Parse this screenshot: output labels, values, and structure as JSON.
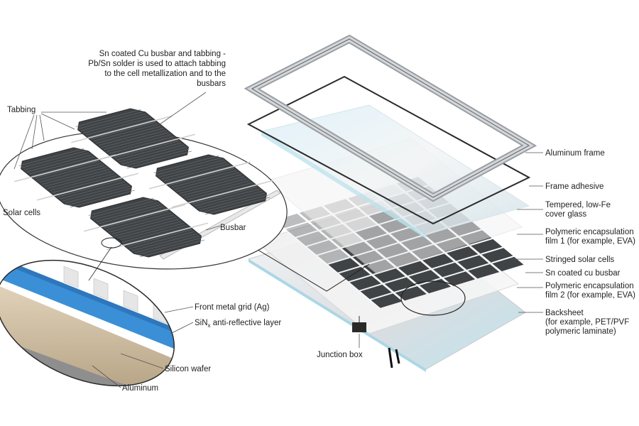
{
  "labels": {
    "tabbing_note": [
      "Sn coated Cu busbar and tabbing -",
      "Pb/Sn solder is used to attach tabbing",
      "to the cell metallization and to the",
      "busbars"
    ],
    "tabbing": "Tabbing",
    "solar_cells": "Solar cells",
    "busbar": "Busbar",
    "front_grid": "Front metal grid (Ag)",
    "sinx_prefix": "SiN",
    "sinx_sub": "x",
    "sinx_suffix": " anti-reflective layer",
    "silicon_wafer": "Silicon wafer",
    "aluminum": "Aluminum",
    "aluminum_frame": "Aluminum frame",
    "frame_adhesive": "Frame adhesive",
    "cover_glass": [
      "Tempered, low-Fe",
      "cover glass"
    ],
    "encap1": [
      "Polymeric encapsulation",
      "film 1 (for example, EVA)"
    ],
    "stringed_cells": "Stringed solar cells",
    "sn_busbar": "Sn coated cu busbar",
    "encap2": [
      "Polymeric encapsulation",
      "film 2 (for example, EVA)"
    ],
    "backsheet": [
      "Backsheet",
      "(for example, PET/PVF",
      " polymeric laminate)"
    ],
    "junction_box": "Junction box"
  },
  "colors": {
    "cell": "#3f4346",
    "cell_line": "#6a6e72",
    "frame": "#b8bcc0",
    "glass": "#cfe9f2",
    "silicon": "#c9b89a",
    "grid_blue": "#3b8fd6",
    "silver": "#e6e6e6"
  }
}
